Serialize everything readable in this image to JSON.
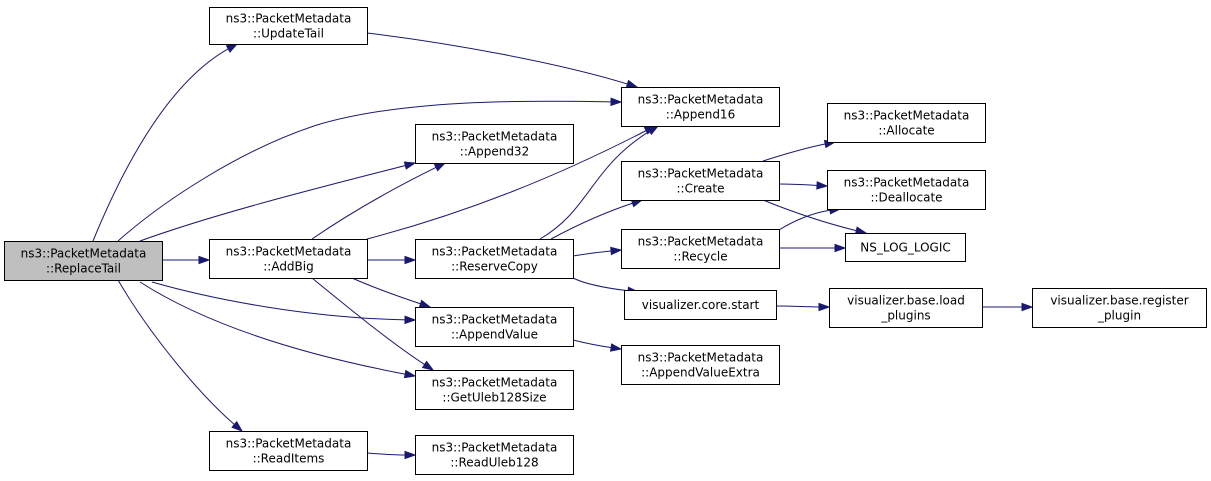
{
  "graph": {
    "colors": {
      "node_fill": "#ffffff",
      "root_fill": "#bfbfbf",
      "border": "#000000",
      "edge": "#191970"
    },
    "nodes": [
      {
        "id": "replacetail",
        "lines": [
          "ns3::PacketMetadata",
          "::ReplaceTail"
        ],
        "root": true
      },
      {
        "id": "updatetail",
        "lines": [
          "ns3::PacketMetadata",
          "::UpdateTail"
        ]
      },
      {
        "id": "append16",
        "lines": [
          "ns3::PacketMetadata",
          "::Append16"
        ]
      },
      {
        "id": "append32",
        "lines": [
          "ns3::PacketMetadata",
          "::Append32"
        ]
      },
      {
        "id": "addbig",
        "lines": [
          "ns3::PacketMetadata",
          "::AddBig"
        ]
      },
      {
        "id": "reservecopy",
        "lines": [
          "ns3::PacketMetadata",
          "::ReserveCopy"
        ]
      },
      {
        "id": "appendvalue",
        "lines": [
          "ns3::PacketMetadata",
          "::AppendValue"
        ]
      },
      {
        "id": "getuleb128size",
        "lines": [
          "ns3::PacketMetadata",
          "::GetUleb128Size"
        ]
      },
      {
        "id": "readitems",
        "lines": [
          "ns3::PacketMetadata",
          "::ReadItems"
        ]
      },
      {
        "id": "readuleb128",
        "lines": [
          "ns3::PacketMetadata",
          "::ReadUleb128"
        ]
      },
      {
        "id": "create",
        "lines": [
          "ns3::PacketMetadata",
          "::Create"
        ]
      },
      {
        "id": "recycle",
        "lines": [
          "ns3::PacketMetadata",
          "::Recycle"
        ]
      },
      {
        "id": "corestart",
        "lines": [
          "visualizer.core.start"
        ]
      },
      {
        "id": "appendvalueextra",
        "lines": [
          "ns3::PacketMetadata",
          "::AppendValueExtra"
        ]
      },
      {
        "id": "allocate",
        "lines": [
          "ns3::PacketMetadata",
          "::Allocate"
        ]
      },
      {
        "id": "deallocate",
        "lines": [
          "ns3::PacketMetadata",
          "::Deallocate"
        ]
      },
      {
        "id": "nsloglogic",
        "lines": [
          "NS_LOG_LOGIC"
        ]
      },
      {
        "id": "loadplugins",
        "lines": [
          "visualizer.base.load",
          "_plugins"
        ]
      },
      {
        "id": "registerplugin",
        "lines": [
          "visualizer.base.register",
          "_plugin"
        ]
      }
    ],
    "edges": [
      {
        "from": "replacetail",
        "to": "updatetail"
      },
      {
        "from": "replacetail",
        "to": "append16"
      },
      {
        "from": "replacetail",
        "to": "append32"
      },
      {
        "from": "replacetail",
        "to": "addbig"
      },
      {
        "from": "replacetail",
        "to": "appendvalue"
      },
      {
        "from": "replacetail",
        "to": "getuleb128size"
      },
      {
        "from": "replacetail",
        "to": "readitems"
      },
      {
        "from": "updatetail",
        "to": "append16"
      },
      {
        "from": "addbig",
        "to": "append16"
      },
      {
        "from": "addbig",
        "to": "append32"
      },
      {
        "from": "addbig",
        "to": "reservecopy"
      },
      {
        "from": "addbig",
        "to": "appendvalue"
      },
      {
        "from": "addbig",
        "to": "getuleb128size"
      },
      {
        "from": "reservecopy",
        "to": "append16"
      },
      {
        "from": "reservecopy",
        "to": "create"
      },
      {
        "from": "reservecopy",
        "to": "recycle"
      },
      {
        "from": "reservecopy",
        "to": "corestart"
      },
      {
        "from": "create",
        "to": "allocate"
      },
      {
        "from": "create",
        "to": "deallocate"
      },
      {
        "from": "create",
        "to": "nsloglogic"
      },
      {
        "from": "recycle",
        "to": "deallocate"
      },
      {
        "from": "recycle",
        "to": "nsloglogic"
      },
      {
        "from": "appendvalue",
        "to": "appendvalueextra"
      },
      {
        "from": "readitems",
        "to": "readuleb128"
      },
      {
        "from": "corestart",
        "to": "loadplugins"
      },
      {
        "from": "loadplugins",
        "to": "registerplugin"
      }
    ]
  }
}
